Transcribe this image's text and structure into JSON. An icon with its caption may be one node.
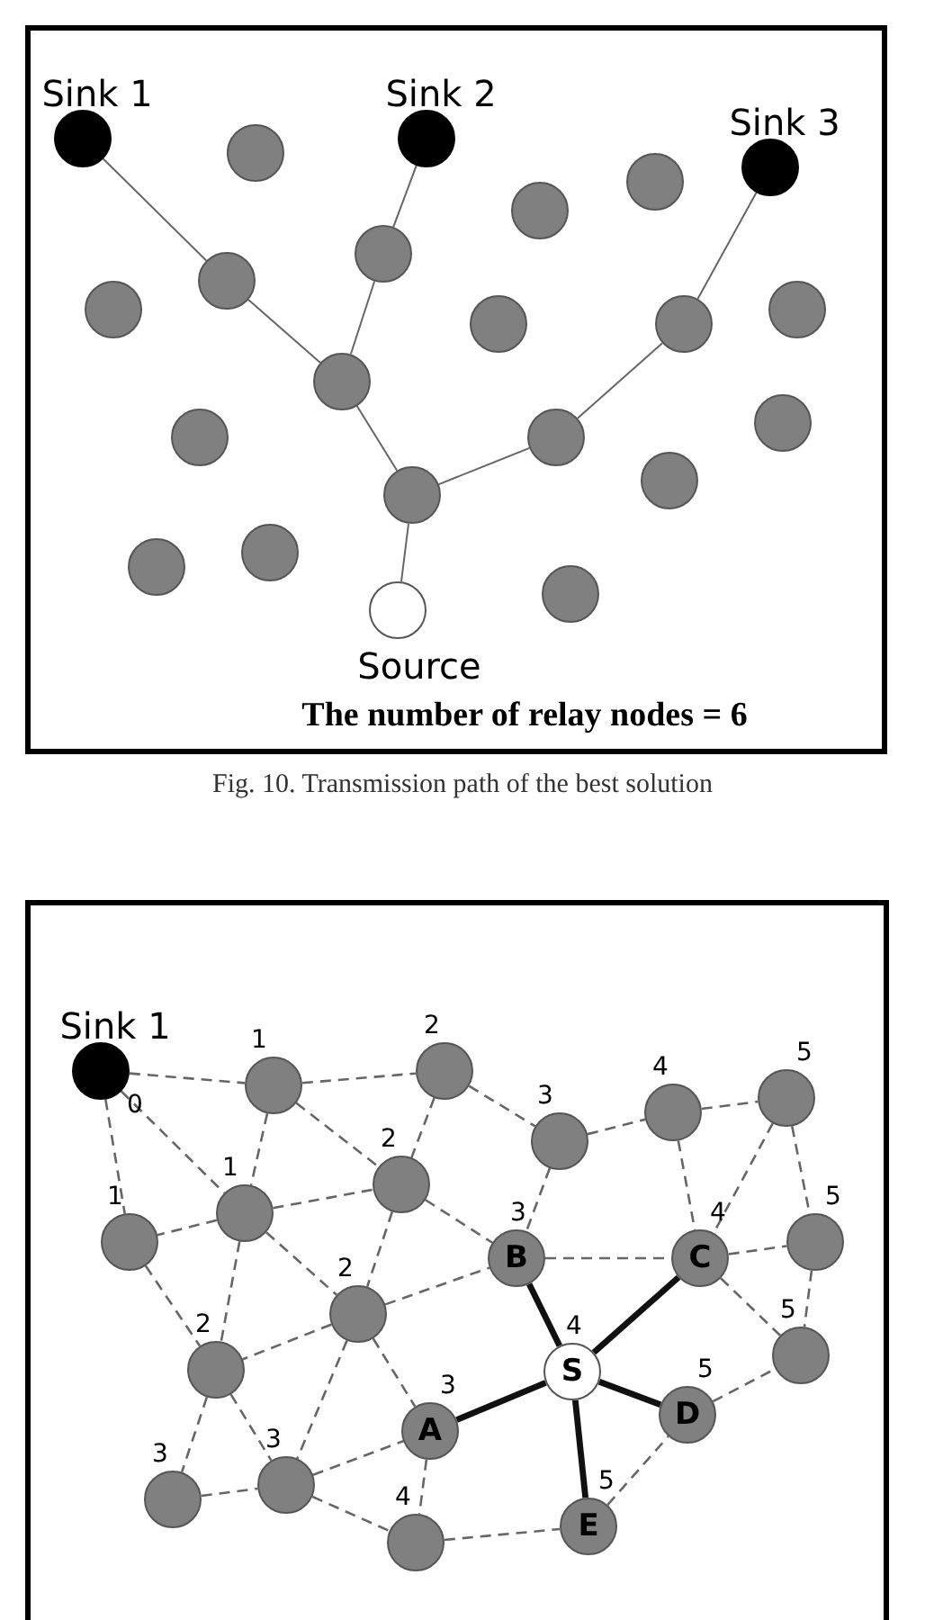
{
  "diagram": {
    "caption": "Fig. 10. Transmission path of the best solution",
    "nodes": [
      {
        "text": [
          "The number of relay nodes = 6"
        ]
      },
      {
        "text": [
          "Sink 1"
        ],
        "in": 0
      },
      {
        "text": [],
        "shape": "circle",
        "in": 0
      },
      {
        "text": [
          "Sink 2"
        ],
        "in": 0
      },
      {
        "text": [
          "Sink 3"
        ],
        "in": 0
      },
      {
        "text": [],
        "shape": "circle",
        "in": 0
      },
      {
        "text": [],
        "shape": "circle",
        "in": 0
      },
      {
        "text": [],
        "shape": "circle",
        "in": 0
      },
      {
        "text": [],
        "shape": "circle",
        "in": 0
      },
      {
        "text": [],
        "shape": "circle",
        "in": 0
      },
      {
        "text": [],
        "shape": "circle",
        "in": 0
      },
      {
        "text": [],
        "shape": "circle",
        "in": 0
      },
      {
        "text": [],
        "shape": "circle",
        "in": 0
      },
      {
        "text": [],
        "shape": "circle",
        "in": 0
      },
      {
        "text": [],
        "shape": "circle",
        "in": 0
      },
      {
        "text": [],
        "shape": "circle",
        "in": 0
      },
      {
        "text": [],
        "shape": "circle",
        "in": 0
      },
      {
        "text": [],
        "shape": "circle",
        "in": 0
      },
      {
        "text": [],
        "shape": "circle",
        "in": 0
      },
      {
        "text": [],
        "shape": "circle",
        "in": 0
      },
      {
        "text": [],
        "shape": "circle",
        "in": 0
      },
      {
        "text": [],
        "shape": "circle",
        "in": 0
      },
      {
        "text": [
          "Source"
        ],
        "in": 0
      },
      {
        "text": [],
        "shape": "box"
      },
      {
        "text": [
          "Sink 1"
        ],
        "beside": [
          "0"
        ],
        "in": 23
      },
      {
        "text": [],
        "shape": "circle",
        "beside": [
          "1"
        ],
        "in": 23
      },
      {
        "text": [],
        "shape": "circle",
        "beside": [
          "2"
        ],
        "in": 23
      },
      {
        "text": [],
        "shape": "circle",
        "beside": [
          "3"
        ],
        "in": 23
      },
      {
        "text": [],
        "shape": "circle",
        "beside": [
          "4"
        ],
        "in": 23
      },
      {
        "text": [],
        "shape": "circle",
        "beside": [
          "5"
        ],
        "in": 23
      },
      {
        "text": [],
        "shape": "circle",
        "beside": [
          "1"
        ],
        "in": 23
      },
      {
        "text": [],
        "shape": "circle",
        "beside": [
          "1"
        ],
        "in": 23
      },
      {
        "text": [],
        "shape": "circle",
        "beside": [
          "2"
        ],
        "in": 23
      },
      {
        "text": [
          "B"
        ],
        "beside": [
          "3"
        ],
        "in": 23
      },
      {
        "text": [
          "C"
        ],
        "beside": [
          "4"
        ],
        "in": 23
      },
      {
        "text": [],
        "shape": "circle",
        "beside": [
          "5"
        ],
        "in": 23
      },
      {
        "text": [],
        "shape": "circle",
        "beside": [
          "2"
        ],
        "in": 23
      },
      {
        "text": [],
        "shape": "circle",
        "beside": [
          "2"
        ],
        "in": 23
      },
      {
        "text": [
          "S"
        ],
        "beside": [
          "4"
        ],
        "in": 23
      },
      {
        "text": [],
        "shape": "circle",
        "beside": [
          "5"
        ],
        "in": 23
      },
      {
        "text": [
          "D"
        ],
        "beside": [
          "5"
        ],
        "in": 23
      },
      {
        "text": [
          "A"
        ],
        "beside": [
          "3"
        ],
        "in": 23
      },
      {
        "text": [],
        "shape": "circle",
        "beside": [
          "3"
        ],
        "in": 23
      },
      {
        "text": [],
        "shape": "circle",
        "beside": [
          "3"
        ],
        "in": 23
      },
      {
        "text": [],
        "shape": "circle",
        "beside": [
          "4"
        ],
        "in": 23
      },
      {
        "text": [
          "E"
        ],
        "beside": [
          "5"
        ],
        "in": 23
      }
    ],
    "edges": [
      {
        "from": 1,
        "to": 8,
        "arrow": "none"
      },
      {
        "from": 8,
        "to": 13,
        "arrow": "none"
      },
      {
        "from": 3,
        "to": 7,
        "arrow": "none"
      },
      {
        "from": 7,
        "to": 13,
        "arrow": "none"
      },
      {
        "from": 13,
        "to": 18,
        "arrow": "none"
      },
      {
        "from": 18,
        "to": 22,
        "arrow": "none"
      },
      {
        "from": 18,
        "to": 15,
        "arrow": "none"
      },
      {
        "from": 15,
        "to": 11,
        "arrow": "none"
      },
      {
        "from": 11,
        "to": 4,
        "arrow": "none"
      },
      {
        "from": 24,
        "to": 25,
        "arrow": "none",
        "style": "dashed"
      },
      {
        "from": 24,
        "to": 30,
        "arrow": "none",
        "style": "dashed"
      },
      {
        "from": 24,
        "to": 31,
        "arrow": "none",
        "style": "dashed"
      },
      {
        "from": 25,
        "to": 26,
        "arrow": "none",
        "style": "dashed"
      },
      {
        "from": 25,
        "to": 31,
        "arrow": "none",
        "style": "dashed"
      },
      {
        "from": 25,
        "to": 32,
        "arrow": "none",
        "style": "dashed"
      },
      {
        "from": 26,
        "to": 32,
        "arrow": "none",
        "style": "dashed"
      },
      {
        "from": 32,
        "to": 36,
        "arrow": "none",
        "style": "dashed"
      },
      {
        "from": 26,
        "to": 27,
        "arrow": "none",
        "style": "dashed"
      },
      {
        "from": 27,
        "to": 28,
        "arrow": "none",
        "style": "dashed"
      },
      {
        "from": 28,
        "to": 29,
        "arrow": "none",
        "style": "dashed"
      },
      {
        "from": 27,
        "to": 33,
        "arrow": "none",
        "style": "dashed"
      },
      {
        "from": 28,
        "to": 34,
        "arrow": "none",
        "style": "dashed"
      },
      {
        "from": 29,
        "to": 34,
        "arrow": "none",
        "style": "dashed"
      },
      {
        "from": 29,
        "to": 35,
        "arrow": "none",
        "style": "dashed"
      },
      {
        "from": 31,
        "to": 30,
        "arrow": "none",
        "style": "dashed"
      },
      {
        "from": 31,
        "to": 32,
        "arrow": "none",
        "style": "dashed"
      },
      {
        "from": 31,
        "to": 36,
        "arrow": "none",
        "style": "dashed"
      },
      {
        "from": 31,
        "to": 37,
        "arrow": "none",
        "style": "dashed"
      },
      {
        "from": 30,
        "to": 37,
        "arrow": "none",
        "style": "dashed"
      },
      {
        "from": 32,
        "to": 33,
        "arrow": "none",
        "style": "dashed"
      },
      {
        "from": 33,
        "to": 34,
        "arrow": "none",
        "style": "dashed"
      },
      {
        "from": 34,
        "to": 35,
        "arrow": "none",
        "style": "dashed"
      },
      {
        "from": 34,
        "to": 39,
        "arrow": "none",
        "style": "dashed"
      },
      {
        "from": 35,
        "to": 39,
        "arrow": "none",
        "style": "dashed"
      },
      {
        "from": 36,
        "to": 33,
        "arrow": "none",
        "style": "dashed"
      },
      {
        "from": 36,
        "to": 37,
        "arrow": "none",
        "style": "dashed"
      },
      {
        "from": 36,
        "to": 41,
        "arrow": "none",
        "style": "dashed"
      },
      {
        "from": 36,
        "to": 43,
        "arrow": "none",
        "style": "dashed"
      },
      {
        "from": 37,
        "to": 42,
        "arrow": "none",
        "style": "dashed"
      },
      {
        "from": 37,
        "to": 43,
        "arrow": "none",
        "style": "dashed"
      },
      {
        "from": 43,
        "to": 41,
        "arrow": "none",
        "style": "dashed"
      },
      {
        "from": 42,
        "to": 43,
        "arrow": "none",
        "style": "dashed"
      },
      {
        "from": 43,
        "to": 44,
        "arrow": "none",
        "style": "dashed"
      },
      {
        "from": 41,
        "to": 44,
        "arrow": "none",
        "style": "dashed"
      },
      {
        "from": 44,
        "to": 45,
        "arrow": "none",
        "style": "dashed"
      },
      {
        "from": 45,
        "to": 40,
        "arrow": "none",
        "style": "dashed"
      },
      {
        "from": 40,
        "to": 39,
        "arrow": "none",
        "style": "dashed"
      },
      {
        "from": 38,
        "to": 33,
        "arrow": "none",
        "style": "thick"
      },
      {
        "from": 38,
        "to": 34,
        "arrow": "none",
        "style": "thick"
      },
      {
        "from": 38,
        "to": 41,
        "arrow": "none",
        "style": "thick"
      },
      {
        "from": 38,
        "to": 40,
        "arrow": "none",
        "style": "thick"
      },
      {
        "from": 38,
        "to": 45,
        "arrow": "none",
        "style": "thick"
      }
    ]
  }
}
